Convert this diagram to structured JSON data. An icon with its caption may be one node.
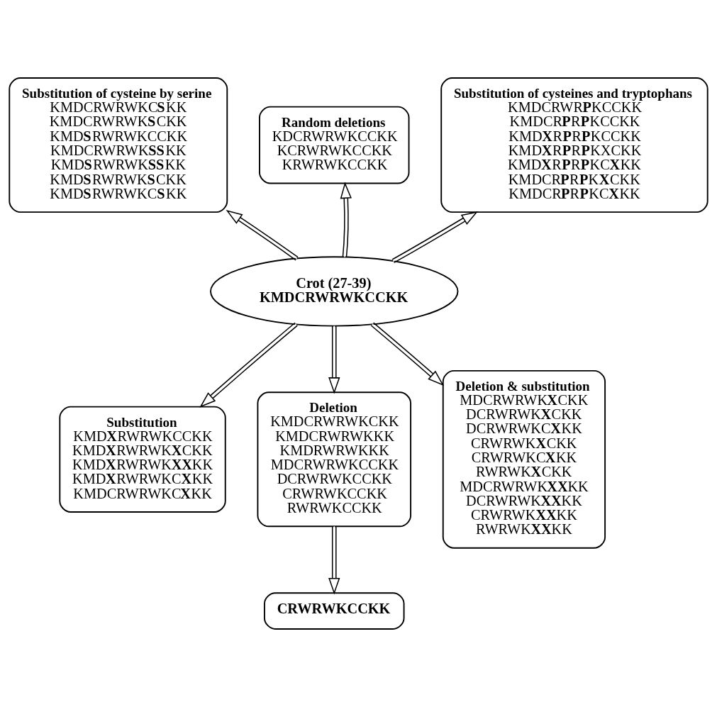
{
  "diagram": {
    "nodes": [
      {
        "text": [
          "Substitution of cysteine by serine",
          "KMDCRWRWKC**S**KK",
          "KMDCRWRWK**S**CKK",
          "KMD**S**RWRWKCCKK",
          "KMDCRWRWK**SS**KK",
          "KMD**S**RWRWK**SS**KK",
          "KMD**S**RWRWK**S**CKK",
          "KMD**S**RWRWKC**S**KK"
        ]
      },
      {
        "text": [
          "Random deletions",
          "KDCRWRWKCCKK",
          "KCRWRWKCCKK",
          "KRWRWKCCKK"
        ]
      },
      {
        "text": [
          "Substitution of cysteines and tryptophans",
          "KMDCRWR**P**KCCKK",
          "KMDCR**P**R**P**KCCKK",
          "KMD**X**R**P**R**P**KCCKK",
          "KMD**X**R**P**R**P**KXCKK",
          "KMD**X**R**P**R**P**KC**X**KK",
          "KMDCR**P**R**P**K**X**CKK",
          "KMDCR**P**R**P**KC**X**KK"
        ]
      },
      {
        "text": [
          "Crot (27-39)",
          "KMDCRWRWKCCKK"
        ]
      },
      {
        "text": [
          "Substitution",
          "KMD**X**RWRWKCCKK",
          "KMD**X**RWRWK**X**CKK",
          "KMD**X**RWRWK**XX**KK",
          "KMD**X**RWRWKC**X**KK",
          "KMDCRWRWKC**X**KK"
        ]
      },
      {
        "text": [
          "Deletion",
          "KMDCRWRWKCKK",
          "KMDCRWRWKKK",
          "KMDRWRWKKK",
          "MDCRWRWKCCKK",
          "DCRWRWKCCKK",
          "CRWRWKCCKK",
          "RWRWKCCKK"
        ]
      },
      {
        "text": [
          "Deletion & substitution",
          "MDCRWRWK**X**CKK",
          "DCRWRWK**X**CKK",
          "DCRWRWKC**X**KK",
          "CRWRWK**X**CKK",
          "CRWRWKC**X**KK",
          "RWRWK**X**CKK",
          "MDCRWRWK**XX**KK",
          "DCRWRWK**XX**KK",
          "CRWRWK**XX**KK",
          "RWRWK**XX**KK"
        ]
      },
      {
        "text": [
          "CRWRWKCCKK"
        ]
      }
    ],
    "edges": [
      {
        "from": 3,
        "to": 0,
        "arrow": "to"
      },
      {
        "from": 3,
        "to": 1,
        "arrow": "to"
      },
      {
        "from": 3,
        "to": 2,
        "arrow": "to"
      },
      {
        "from": 3,
        "to": 4,
        "arrow": "to"
      },
      {
        "from": 3,
        "to": 5,
        "arrow": "to"
      },
      {
        "from": 3,
        "to": 6,
        "arrow": "to"
      },
      {
        "from": 5,
        "to": 7,
        "arrow": "to"
      }
    ]
  }
}
